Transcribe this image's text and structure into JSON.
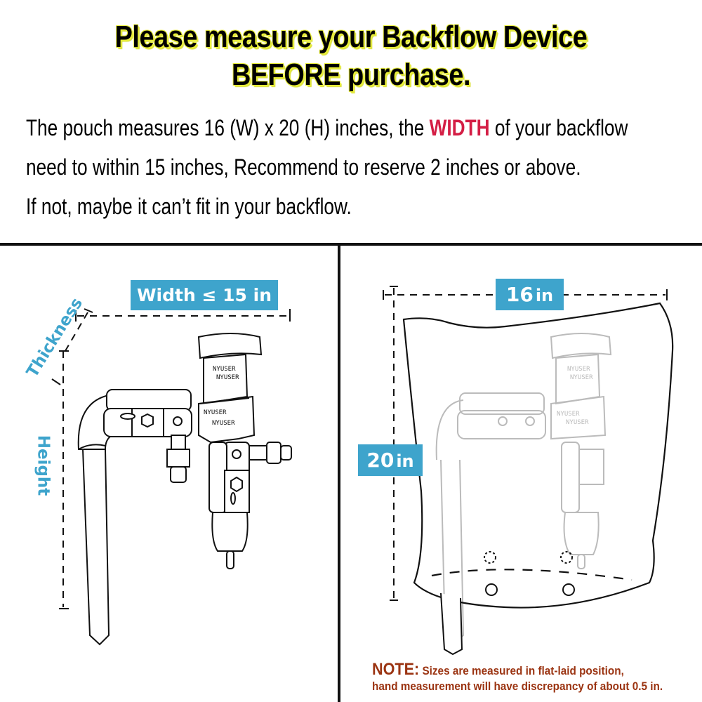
{
  "headline": {
    "line1": "Please measure  your Backflow Device",
    "line2": "BEFORE purchase."
  },
  "description": {
    "line1_pre": "The  pouch measures 16 (W) x 20 (H) inches, the ",
    "line1_highlight": "WIDTH",
    "line1_post": " of your backflow",
    "line2": "need to within 15 inches, Recommend to reserve 2 inches or above.",
    "line3": "If not, maybe it can’t fit in your backflow."
  },
  "left_panel": {
    "width_label": "Width ≤ 15 in",
    "thickness_label": "Thickness",
    "height_label": "Height",
    "device_brand_marks": [
      "NYUSER",
      "NYUSER",
      "NYUSER",
      "NYUSER"
    ]
  },
  "right_panel": {
    "width_value": "16",
    "width_unit": "in",
    "height_value": "20",
    "height_unit": "in"
  },
  "note": {
    "key": "NOTE:",
    "line1": " Sizes are measured in flat-laid position,",
    "line2": "hand measurement will have discrepancy of about 0.5 in."
  },
  "colors": {
    "accent_blue": "#3ea4cc",
    "highlight_red": "#d41e45",
    "note_brown": "#9b3412",
    "headline_glow": "#e8ee3a"
  }
}
